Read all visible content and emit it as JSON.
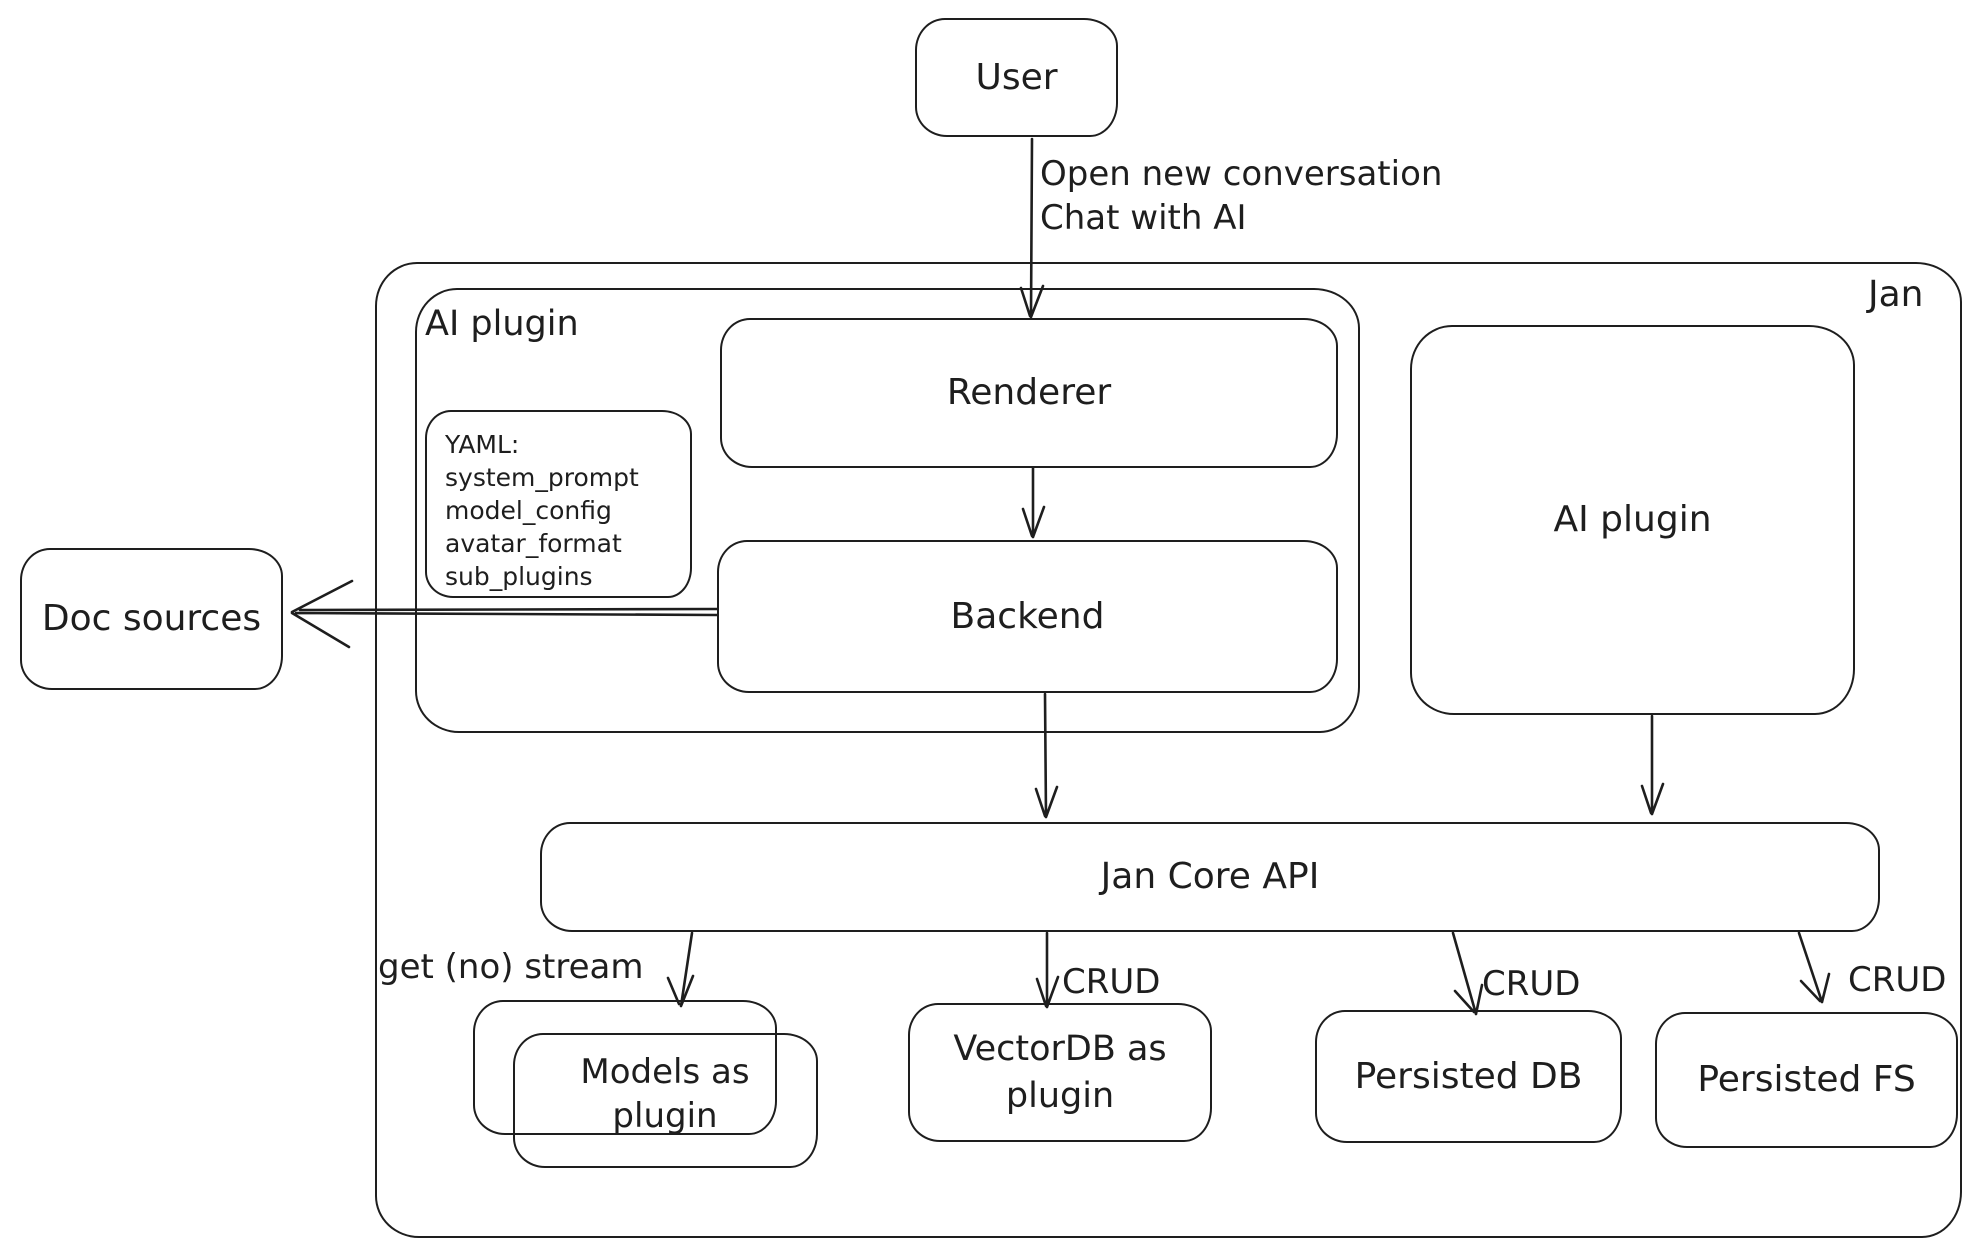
{
  "colors": {
    "stroke": "#1e1e1e",
    "background": "#ffffff"
  },
  "nodes": {
    "user": {
      "label": "User"
    },
    "jan_container": {
      "label": "Jan"
    },
    "ai_plugin_container": {
      "label": "AI plugin"
    },
    "renderer": {
      "label": "Renderer"
    },
    "yaml_note": {
      "lines": [
        "YAML:",
        "system_prompt",
        "model_config",
        "avatar_format",
        "sub_plugins"
      ]
    },
    "backend": {
      "label": "Backend"
    },
    "doc_sources": {
      "label": "Doc sources"
    },
    "ai_plugin_right": {
      "label": "AI plugin"
    },
    "jan_core_api": {
      "label": "Jan Core API"
    },
    "models_as_plugin": {
      "lines": [
        "Models as",
        "plugin"
      ]
    },
    "vectordb_as_plugin": {
      "lines": [
        "VectorDB as",
        "plugin"
      ]
    },
    "persisted_db": {
      "label": "Persisted DB"
    },
    "persisted_fs": {
      "label": "Persisted FS"
    }
  },
  "edge_labels": {
    "user_to_renderer": {
      "lines": [
        "Open new conversation",
        "Chat with AI"
      ]
    },
    "core_to_models": "get (no) stream",
    "core_to_vectordb": "CRUD",
    "core_to_persisted_db": "CRUD",
    "core_to_persisted_fs": "CRUD"
  }
}
